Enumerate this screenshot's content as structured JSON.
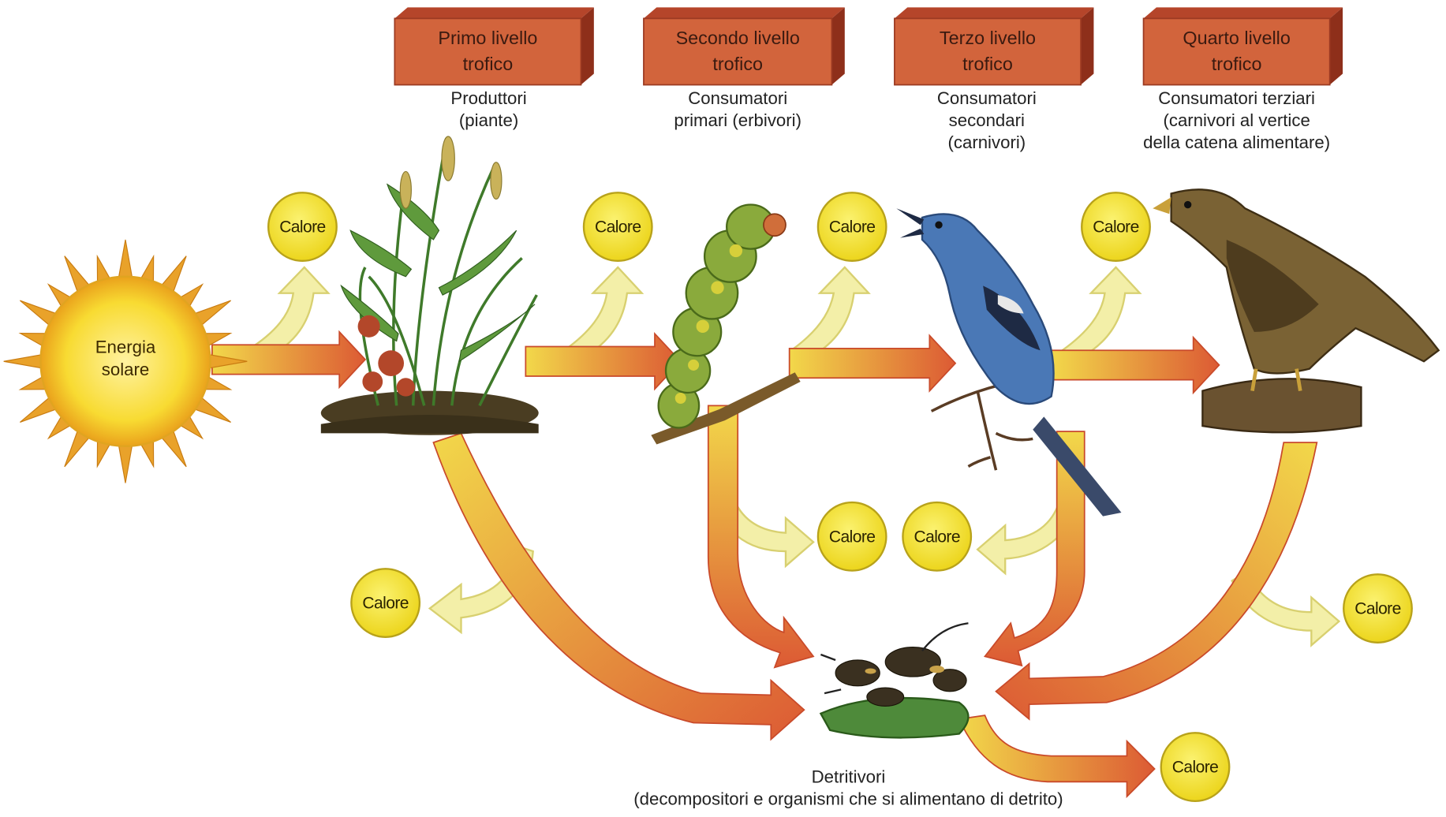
{
  "levels": [
    {
      "title_line1": "Primo livello",
      "title_line2": "trofico",
      "desc_lines": [
        "Produttori",
        "(piante)"
      ]
    },
    {
      "title_line1": "Secondo livello",
      "title_line2": "trofico",
      "desc_lines": [
        "Consumatori",
        "primari (erbivori)"
      ]
    },
    {
      "title_line1": "Terzo livello",
      "title_line2": "trofico",
      "desc_lines": [
        "Consumatori",
        "secondari",
        "(carnivori)"
      ]
    },
    {
      "title_line1": "Quarto livello",
      "title_line2": "trofico",
      "desc_lines": [
        "Consumatori terziari",
        "(carnivori al vertice",
        "della catena alimentare)"
      ]
    }
  ],
  "sun": {
    "line1": "Energia",
    "line2": "solare"
  },
  "heat_label": "Calore",
  "detritivores": {
    "line1": "Detritivori",
    "line2": "(decompositori e organismi che si alimentano di detrito)"
  },
  "colors": {
    "level_box": "#d2643c",
    "heat_circle": "#f3e22c",
    "sun": "#f6d21e",
    "flow_arrow": "#e0703c",
    "heat_arrow": "#f0ec9c"
  }
}
